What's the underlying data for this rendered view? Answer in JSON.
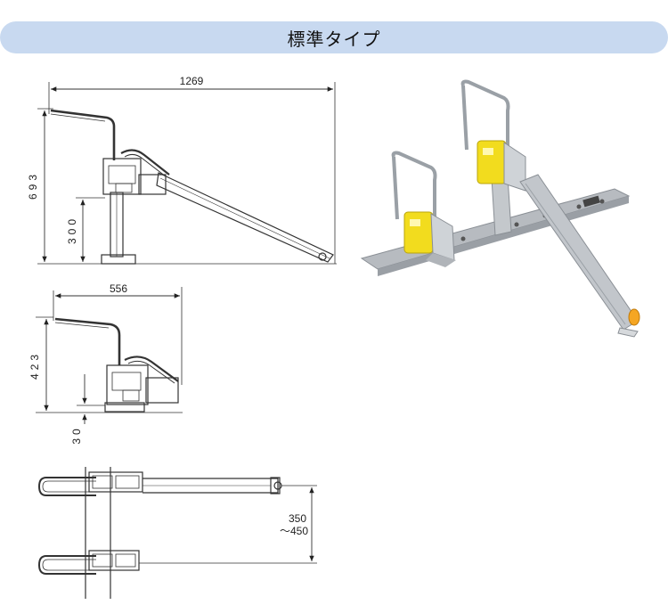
{
  "header": {
    "title": "標準タイプ"
  },
  "drawings": {
    "side_view": {
      "width_dim": "1269",
      "height_dim": "693",
      "post_dim": "300"
    },
    "folded_view": {
      "width_dim": "556",
      "height_dim": "423",
      "base_dim": "30"
    },
    "top_view": {
      "pitch_dim_line1": "350",
      "pitch_dim_line2": "～450"
    }
  },
  "colors": {
    "banner": "#c8d9f0",
    "drawing_line": "#333333",
    "rail": "#a9adb2",
    "lock_yellow": "#f2dc1e",
    "reflector_orange": "#f5a623"
  }
}
